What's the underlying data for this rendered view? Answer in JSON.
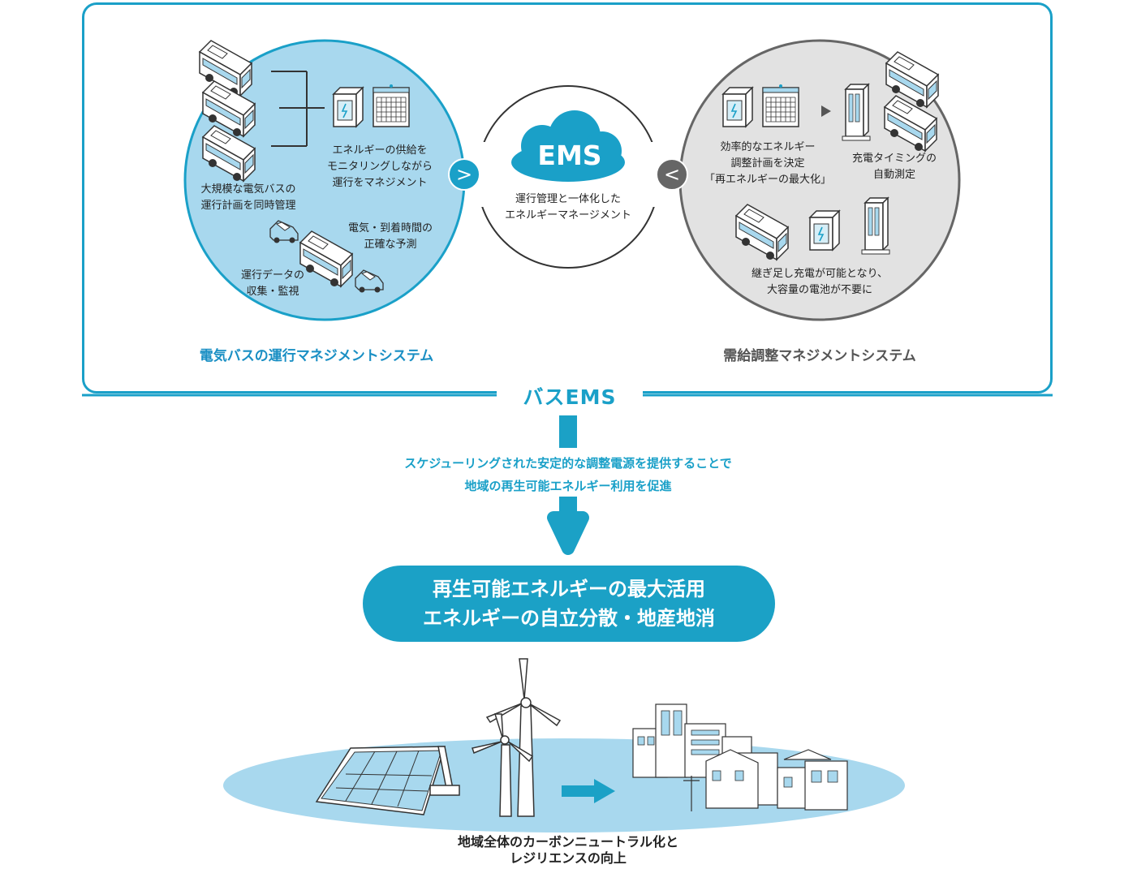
{
  "frame": {
    "title": "バスEMS"
  },
  "left_panel": {
    "system_title": "電気バスの運行マネジメントシステム",
    "label_supply": [
      "エネルギーの供給を",
      "モニタリングしながら",
      "運行をマネジメント"
    ],
    "label_large": [
      "大規模な電気バスの",
      "運行計画を同時管理"
    ],
    "label_predict": [
      "電気・到着時間の",
      "正確な予測"
    ],
    "label_collect": [
      "運行データの",
      "収集・監視"
    ],
    "chevron": ">"
  },
  "center_panel": {
    "cloud_label": "EMS",
    "caption": [
      "運行管理と一体化した",
      "エネルギーマネージメント"
    ]
  },
  "right_panel": {
    "system_title": "需給調整マネジメントシステム",
    "label_plan": [
      "効率的なエネルギー",
      "調整計画を決定",
      "「再エネルギーの最大化」"
    ],
    "label_timing": [
      "充電タイミングの",
      "自動測定"
    ],
    "label_charge": [
      "継ぎ足し充電が可能となり、",
      "大容量の電池が不要に"
    ],
    "chevron": "<"
  },
  "promote_text": [
    "スケジューリングされた安定的な調整電源を提供することで",
    "地域の再生可能エネルギー利用を促進"
  ],
  "result_pill": [
    "再生可能エネルギーの最大活用",
    "エネルギーの自立分散・地産地消"
  ],
  "bottom_caption": [
    "地域全体のカーボンニュートラル化と",
    "レジリエンスの向上"
  ],
  "colors": {
    "accent": "#1aa0c8",
    "light_blue": "#a8d8ee",
    "gray_circle": "#e2e2e2",
    "gray_border": "#666666"
  }
}
